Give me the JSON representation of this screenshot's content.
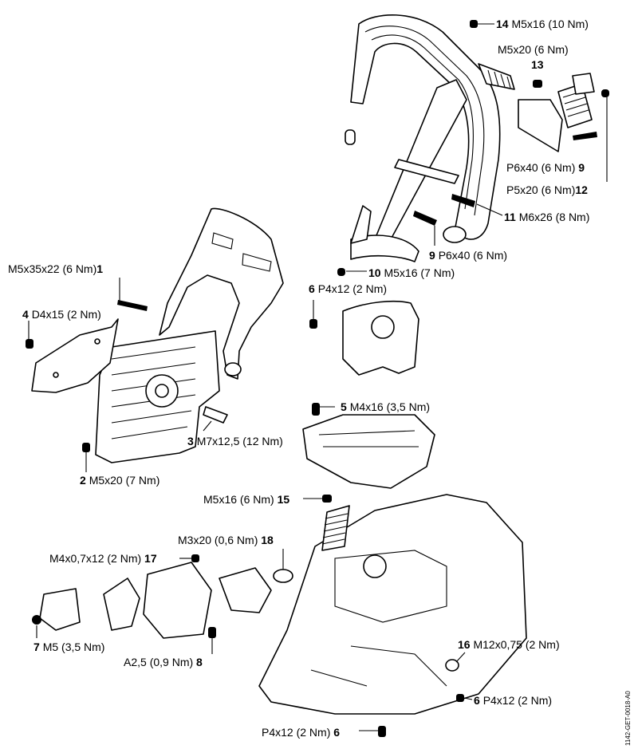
{
  "labels": [
    {
      "num": "14",
      "text": "M5x16 (10 Nm)"
    },
    {
      "num": "13",
      "text": "M5x20 (6 Nm)"
    },
    {
      "num": "9",
      "text": "P6x40 (6 Nm)"
    },
    {
      "num": "12",
      "text": "P5x20 (6 Nm)"
    },
    {
      "num": "11",
      "text": "M6x26 (8 Nm)"
    },
    {
      "num": "9",
      "text": "P6x40 (6 Nm)"
    },
    {
      "num": "10",
      "text": "M5x16 (7 Nm)"
    },
    {
      "num": "1",
      "text": "M5x35x22 (6 Nm)"
    },
    {
      "num": "6",
      "text": "P4x12 (2 Nm)"
    },
    {
      "num": "4",
      "text": "D4x15 (2 Nm)"
    },
    {
      "num": "5",
      "text": "M4x16 (3,5 Nm)"
    },
    {
      "num": "3",
      "text": "M7x12,5 (12 Nm)"
    },
    {
      "num": "2",
      "text": "M5x20 (7 Nm)"
    },
    {
      "num": "15",
      "text": "M5x16 (6 Nm)"
    },
    {
      "num": "18",
      "text": "M3x20 (0,6 Nm)"
    },
    {
      "num": "17",
      "text": "M4x0,7x12 (2 Nm)"
    },
    {
      "num": "16",
      "text": "M12x0,75 (2 Nm)"
    },
    {
      "num": "7",
      "text": "M5 (3,5 Nm)"
    },
    {
      "num": "8",
      "text": "A2,5 (0,9 Nm)"
    },
    {
      "num": "6",
      "text": "P4x12 (2 Nm)"
    },
    {
      "num": "6",
      "text": "P4x12 (2 Nm)"
    }
  ],
  "document_id": "1142-GET-0018-A0"
}
